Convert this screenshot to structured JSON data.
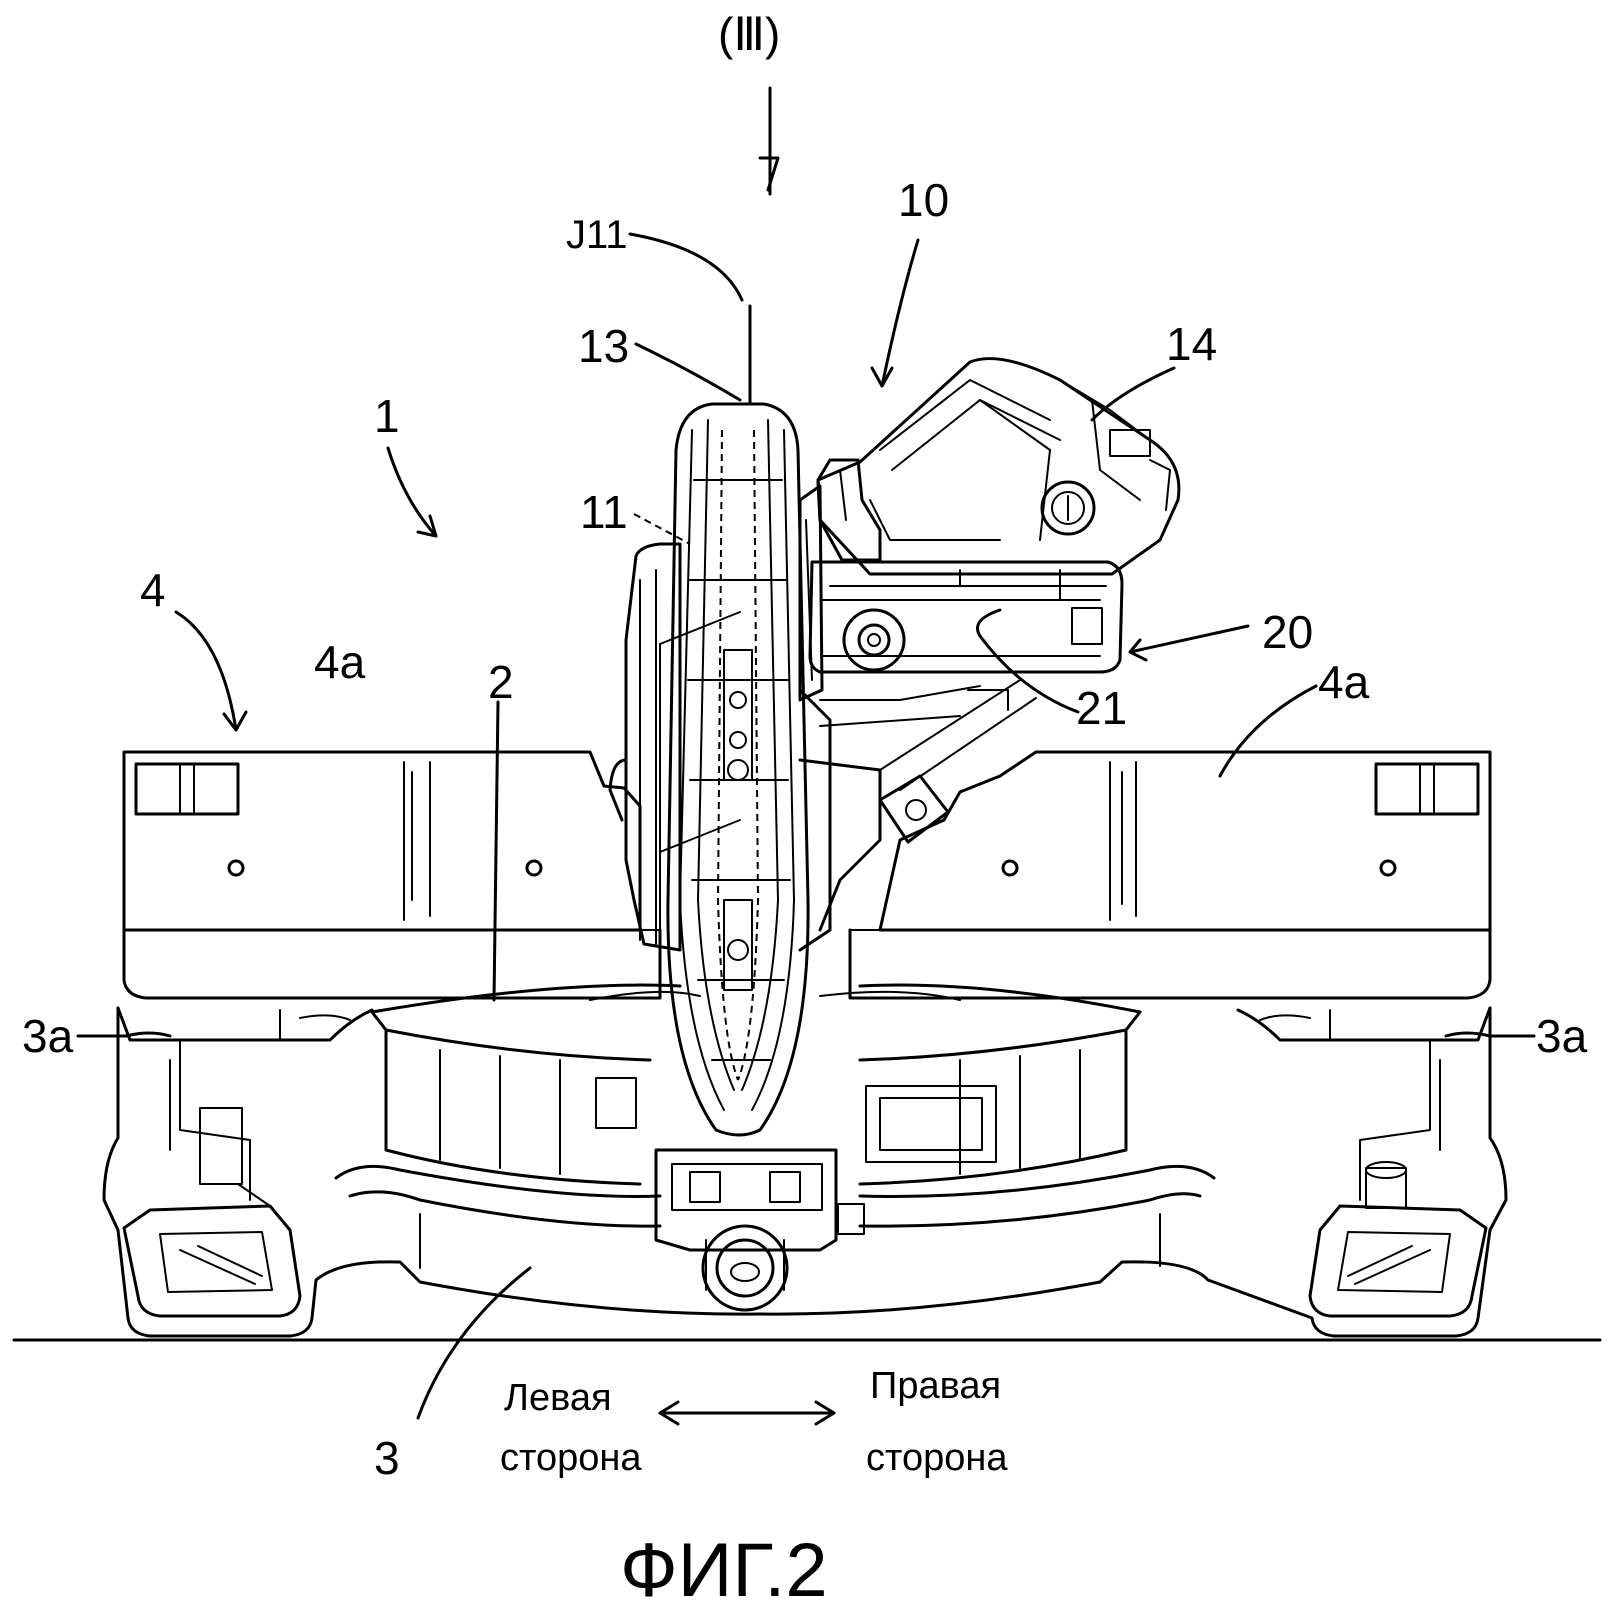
{
  "labels": {
    "section_mark": "(Ⅲ)",
    "axis": "J11",
    "ref_1": "1",
    "ref_2": "2",
    "ref_3": "3",
    "ref_3a_left": "3a",
    "ref_3a_right": "3a",
    "ref_4": "4",
    "ref_4a_left": "4a",
    "ref_4a_right": "4a",
    "ref_10": "10",
    "ref_11": "11",
    "ref_13": "13",
    "ref_14": "14",
    "ref_20": "20",
    "ref_21": "21"
  },
  "direction": {
    "left_line1": "Левая",
    "left_line2": "сторона",
    "right_line1": "Правая",
    "right_line2": "сторона"
  },
  "caption": "ФИГ.2"
}
